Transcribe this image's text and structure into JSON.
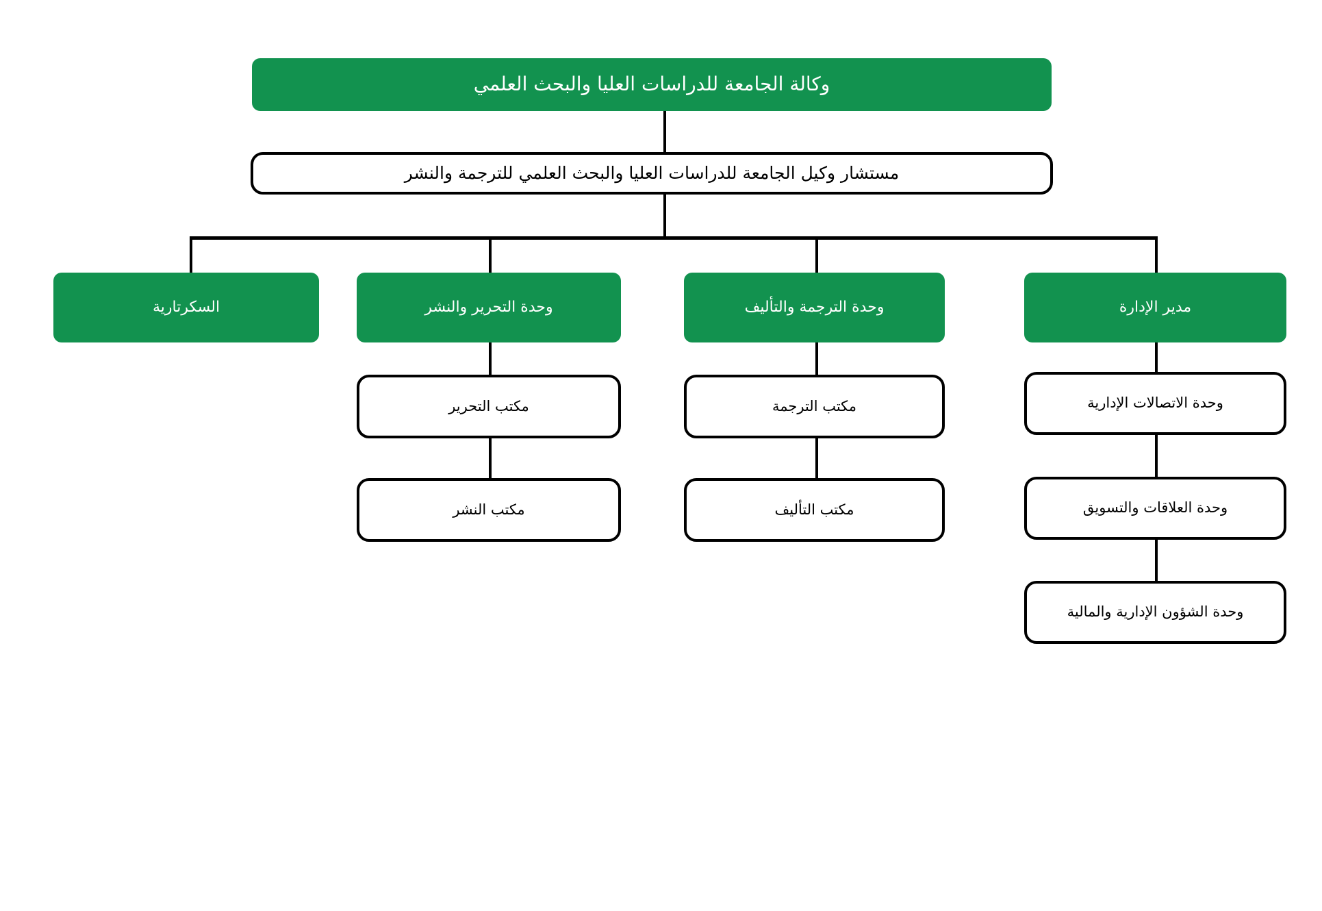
{
  "chart_data": {
    "type": "diagram",
    "diagram_type": "organizational-chart",
    "orientation": "top-down",
    "language": "ar",
    "colors": {
      "green_fill": "#12924F",
      "green_text": "#ffffff",
      "white_fill": "#ffffff",
      "white_text": "#000000",
      "border": "#000000",
      "background": "#ffffff"
    },
    "levels": [
      {
        "level": 1,
        "nodes": [
          "root"
        ]
      },
      {
        "level": 2,
        "nodes": [
          "advisor"
        ]
      },
      {
        "level": 3,
        "nodes": [
          "secretariat",
          "editing-publishing-unit",
          "translation-authoring-unit",
          "administration-director"
        ]
      },
      {
        "level": 4,
        "nodes": [
          "editing-office",
          "translation-office",
          "admin-communications-unit"
        ]
      },
      {
        "level": 5,
        "nodes": [
          "publishing-office",
          "authoring-office",
          "relations-marketing-unit"
        ]
      },
      {
        "level": 6,
        "nodes": [
          "admin-financial-affairs-unit"
        ]
      }
    ]
  },
  "nodes": {
    "root": {
      "label": "وكالة الجامعة للدراسات العليا والبحث العلمي",
      "style": "green"
    },
    "advisor": {
      "label": "مستشار وكيل الجامعة للدراسات العليا والبحث العلمي للترجمة والنشر",
      "style": "white"
    },
    "secretariat": {
      "label": "السكرتارية",
      "style": "green"
    },
    "editing_publishing_unit": {
      "label": "وحدة التحرير والنشر",
      "style": "green"
    },
    "translation_authoring_unit": {
      "label": "وحدة الترجمة والتأليف",
      "style": "green"
    },
    "administration_director": {
      "label": "مدير الإدارة",
      "style": "green"
    },
    "editing_office": {
      "label": "مكتب التحرير",
      "style": "white"
    },
    "publishing_office": {
      "label": "مكتب النشر",
      "style": "white"
    },
    "translation_office": {
      "label": "مكتب الترجمة",
      "style": "white"
    },
    "authoring_office": {
      "label": "مكتب التأليف",
      "style": "white"
    },
    "admin_communications_unit": {
      "label": "وحدة الاتصالات الإدارية",
      "style": "white"
    },
    "relations_marketing_unit": {
      "label": "وحدة العلاقات والتسويق",
      "style": "white"
    },
    "admin_financial_affairs_unit": {
      "label": "وحدة الشؤون الإدارية والمالية",
      "style": "white"
    }
  }
}
